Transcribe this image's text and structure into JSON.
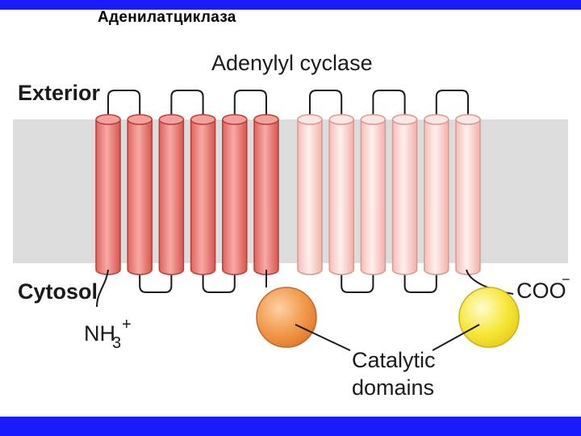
{
  "slide": {
    "title": "Аденилатциклаза",
    "bar_color": "#1a1aff"
  },
  "diagram": {
    "heading": "Adenylyl cyclase",
    "exterior_label": "Exterior",
    "cytosol_label": "Cytosol",
    "n_terminus": {
      "base": "NH",
      "sub": "3",
      "sup": "+"
    },
    "c_terminus": {
      "base": "COO",
      "sup": "−"
    },
    "catalytic_label_line1": "Catalytic",
    "catalytic_label_line2": "domains",
    "membrane_color": "#dcdcdc",
    "helix_color_group1": "#ef8a86",
    "helix_color_group2": "#fbd9d5",
    "catalytic_domain_1_color": "#f2994a",
    "catalytic_domain_2_color": "#f5e43a",
    "helix_groups": [
      {
        "name": "transmembrane-domain-1",
        "helix_count": 6
      },
      {
        "name": "transmembrane-domain-2",
        "helix_count": 6
      }
    ]
  }
}
